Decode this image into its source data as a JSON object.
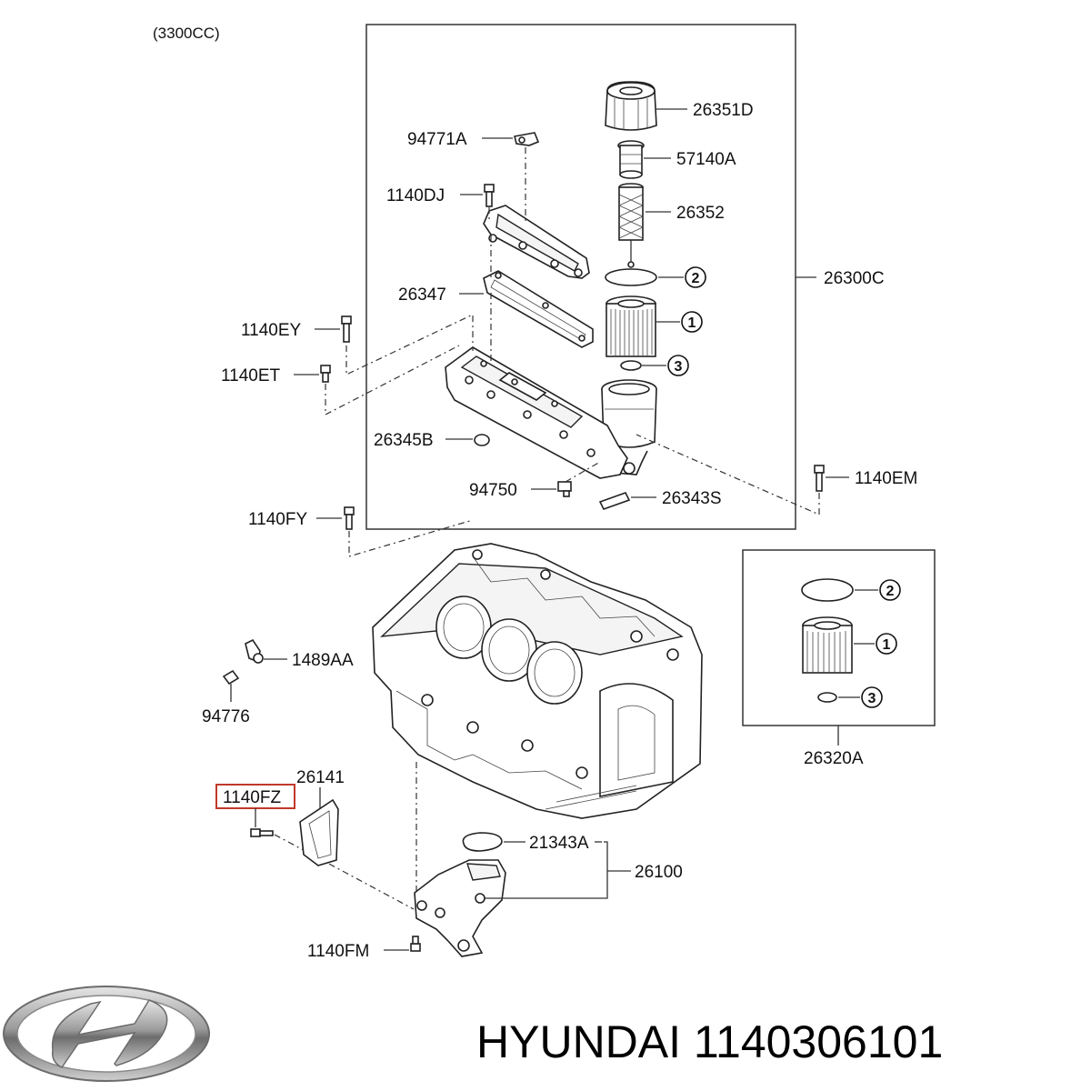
{
  "diagram": {
    "engine_note": "(3300CC)",
    "labels": {
      "p26351D": "26351D",
      "p57140A": "57140A",
      "p26352": "26352",
      "p94771A": "94771A",
      "p1140DJ": "1140DJ",
      "p26347": "26347",
      "p26300C": "26300C",
      "p1140EY": "1140EY",
      "p1140ET": "1140ET",
      "p26345B": "26345B",
      "p94750": "94750",
      "p26343S": "26343S",
      "p1140EM": "1140EM",
      "p1140FY": "1140FY",
      "p1489AA": "1489AA",
      "p94776": "94776",
      "p26141": "26141",
      "p1140FZ": "1140FZ",
      "p21343A": "21343A",
      "p26100": "26100",
      "p1140FM": "1140FM",
      "p26320A": "26320A"
    },
    "callouts": {
      "c1": "1",
      "c2": "2",
      "c3": "3"
    },
    "highlighted_part": "1140FZ",
    "highlight_color": "#c0392b"
  },
  "footer": {
    "brand_logo": "hyundai-logo",
    "caption": "HYUNDAI 1140306101"
  }
}
